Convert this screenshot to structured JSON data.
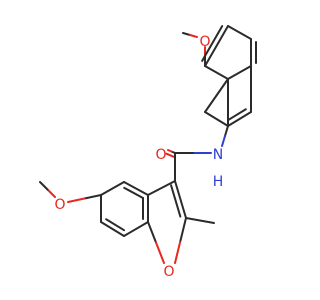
{
  "molecule": {
    "colors": {
      "bond": "#2b2b2b",
      "oxygen": "#e8271f",
      "nitrogen": "#2f3fd6",
      "background": "#ffffff"
    },
    "atoms": [
      {
        "id": "O_top",
        "symbol": "O",
        "name": "methoxy-oxygen-top",
        "color": "oxygen"
      },
      {
        "id": "O_amide",
        "symbol": "O",
        "name": "carbonyl-oxygen",
        "color": "oxygen"
      },
      {
        "id": "N",
        "symbol": "N",
        "name": "amide-nitrogen",
        "color": "nitrogen"
      },
      {
        "id": "H",
        "symbol": "H",
        "name": "amide-hydrogen",
        "color": "nitrogen"
      },
      {
        "id": "O_left",
        "symbol": "O",
        "name": "methoxy-oxygen-left",
        "color": "oxygen"
      },
      {
        "id": "O_ring",
        "symbol": "O",
        "name": "furan-oxygen",
        "color": "oxygen"
      }
    ]
  }
}
